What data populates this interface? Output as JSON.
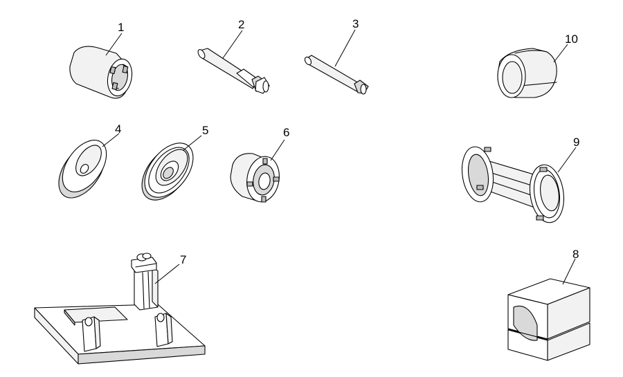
{
  "diagram": {
    "parts": [
      {
        "id": "part-1",
        "callout": "1"
      },
      {
        "id": "part-2",
        "callout": "2"
      },
      {
        "id": "part-3",
        "callout": "3"
      },
      {
        "id": "part-4",
        "callout": "4"
      },
      {
        "id": "part-5",
        "callout": "5"
      },
      {
        "id": "part-6",
        "callout": "6"
      },
      {
        "id": "part-7",
        "callout": "7"
      },
      {
        "id": "part-8",
        "callout": "8"
      },
      {
        "id": "part-9",
        "callout": "9"
      },
      {
        "id": "part-10",
        "callout": "10"
      }
    ]
  }
}
